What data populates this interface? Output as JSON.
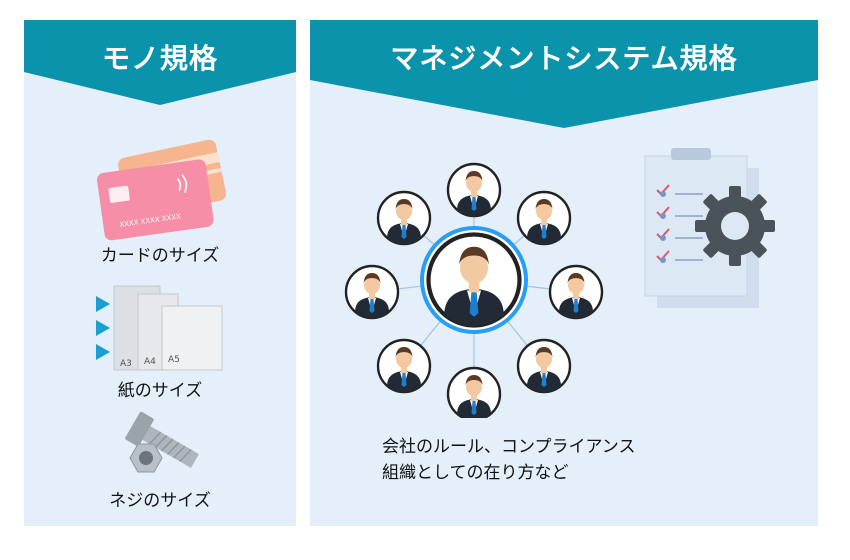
{
  "left_panel": {
    "title": "モノ規格",
    "items": [
      {
        "caption": "カードのサイズ",
        "icon": "credit-card-icon"
      },
      {
        "caption": "紙のサイズ",
        "icon": "paper-stack-icon",
        "paper_labels": [
          "A3",
          "A4",
          "A5"
        ]
      },
      {
        "caption": "ネジのサイズ",
        "icon": "bolt-nut-icon"
      }
    ]
  },
  "right_panel": {
    "title": "マネジメントシステム規格",
    "description": [
      "会社のルール、コンプライアンス",
      "組織としての在り方など"
    ]
  },
  "colors": {
    "banner": "#0a93ab",
    "panel_background": "#e4effa",
    "ring": "#2a9df4"
  }
}
